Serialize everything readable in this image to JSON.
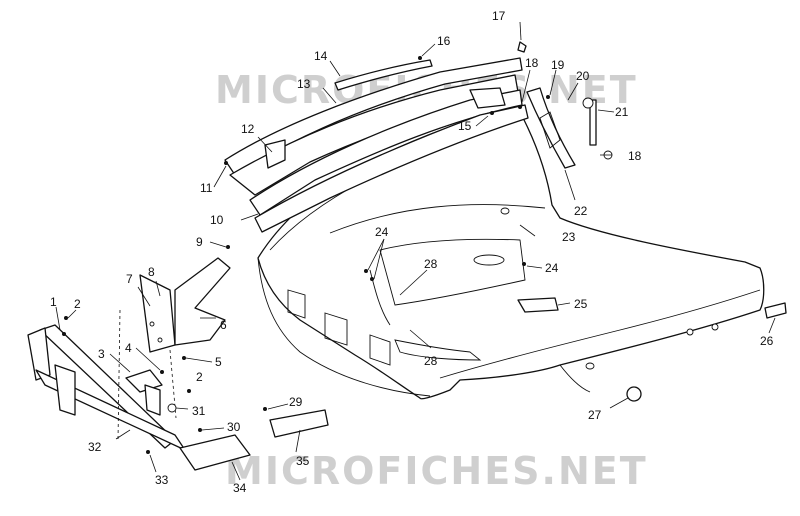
{
  "watermark": {
    "top": "MICROFICHES.NET",
    "bottom": "MICROFICHES.NET"
  },
  "callouts": [
    "1",
    "2",
    "2",
    "3",
    "4",
    "5",
    "6",
    "7",
    "8",
    "9",
    "10",
    "11",
    "12",
    "13",
    "14",
    "15",
    "16",
    "17",
    "18",
    "18",
    "19",
    "20",
    "21",
    "22",
    "23",
    "24",
    "24",
    "25",
    "26",
    "27",
    "28",
    "28",
    "29",
    "30",
    "31",
    "32",
    "33",
    "34",
    "35"
  ]
}
